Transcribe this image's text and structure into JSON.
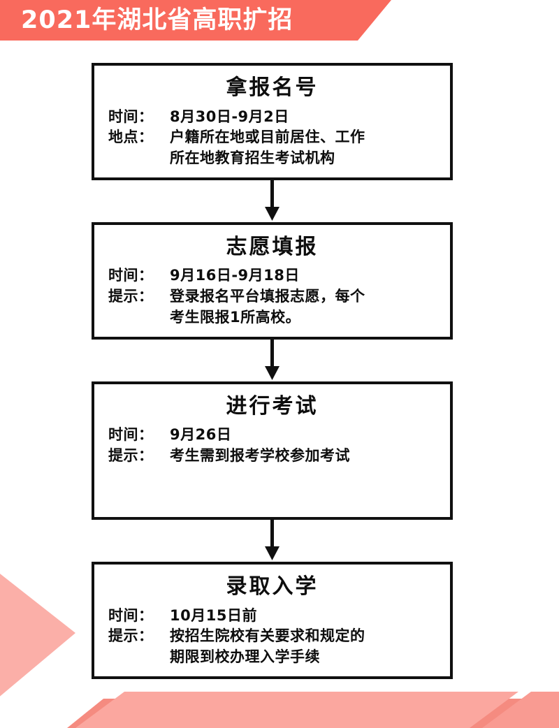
{
  "banner": {
    "title": "2021年湖北省高职扩招",
    "bg_color": "#f96a5d",
    "text_color": "#ffffff"
  },
  "theme": {
    "accent": "#f96a5d",
    "accent_light": "#fbafa8",
    "accent_mid": "#f99b92",
    "box_border": "#101010",
    "text": "#0d0d0d",
    "background": "#ffffff"
  },
  "flow": {
    "arrow_icon": "down-arrow-icon",
    "steps": [
      {
        "id": "step-1",
        "title": "拿报名号",
        "rows": [
          {
            "label": "时间：",
            "lines": [
              "8月30日-9月2日"
            ]
          },
          {
            "label": "地点：",
            "lines": [
              "户籍所在地或目前居住、工作",
              "所在地教育招生考试机构"
            ]
          }
        ]
      },
      {
        "id": "step-2",
        "title": "志愿填报",
        "rows": [
          {
            "label": "时间：",
            "lines": [
              "9月16日-9月18日"
            ]
          },
          {
            "label": "提示：",
            "lines": [
              "登录报名平台填报志愿，每个",
              "考生限报1所高校。"
            ]
          }
        ]
      },
      {
        "id": "step-3",
        "title": "进行考试",
        "rows": [
          {
            "label": "时间：",
            "lines": [
              "9月26日"
            ]
          },
          {
            "label": "提示：",
            "lines": [
              "考生需到报考学校参加考试"
            ]
          }
        ]
      },
      {
        "id": "step-4",
        "title": "录取入学",
        "rows": [
          {
            "label": "时间：",
            "lines": [
              "10月15日前"
            ]
          },
          {
            "label": "提示：",
            "lines": [
              "按招生院校有关要求和规定的",
              "期限到校办理入学手续"
            ]
          }
        ]
      }
    ]
  },
  "decorations": {
    "left_triangle": "pink-triangle-right",
    "bottom_band": "pink-parallelogram-band",
    "banner_notch": "banner-diagonal-cut"
  }
}
